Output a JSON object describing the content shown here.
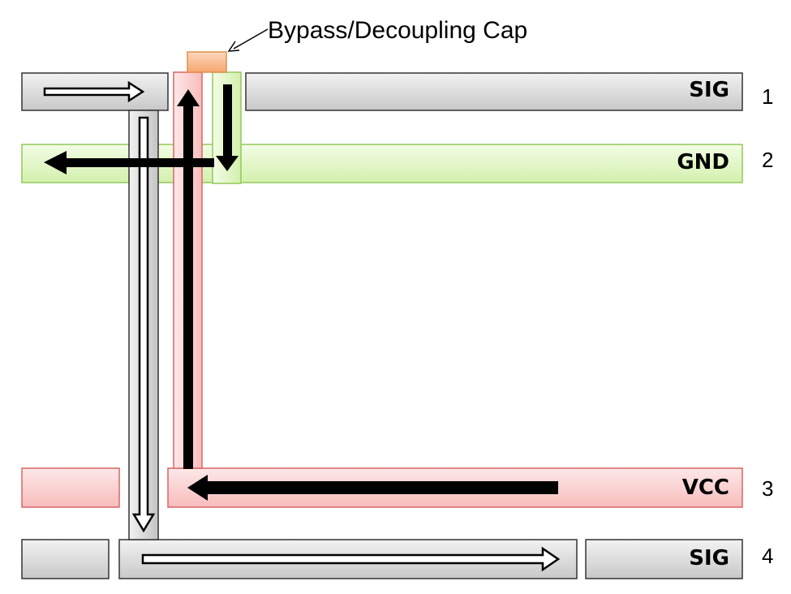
{
  "diagram": {
    "callout": {
      "text": "Bypass/Decoupling Cap"
    },
    "layers": [
      {
        "label": "SIG",
        "number": "1",
        "color": "#d9d9d9"
      },
      {
        "label": "GND",
        "number": "2",
        "color": "#ddf5c0"
      },
      {
        "label": "VCC",
        "number": "3",
        "color": "#fbd0d0"
      },
      {
        "label": "SIG",
        "number": "4",
        "color": "#d9d9d9"
      }
    ],
    "capacitor_color": "#f9b98a"
  }
}
